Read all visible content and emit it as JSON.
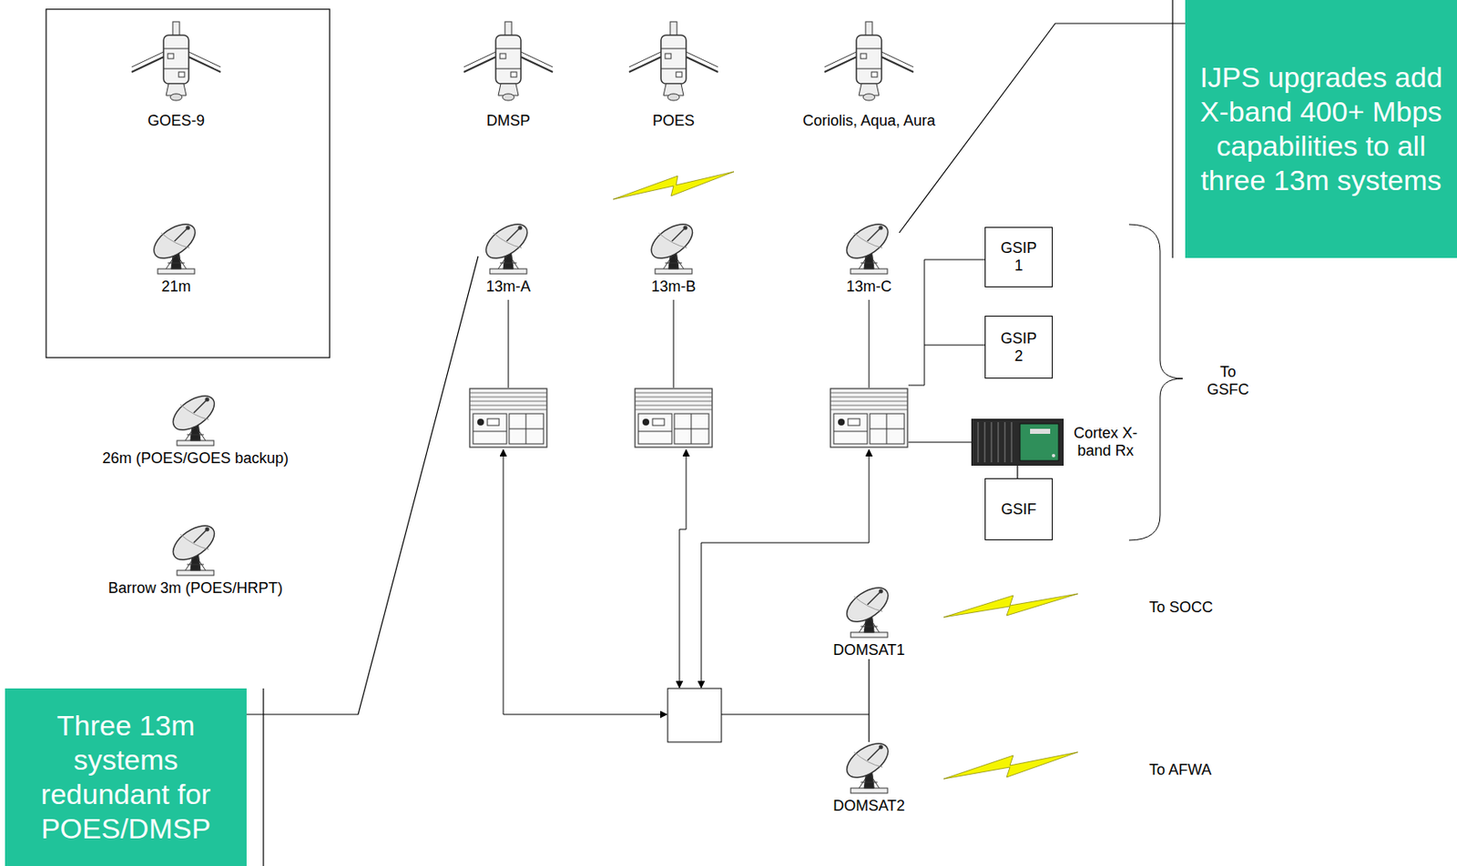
{
  "diagram": {
    "nodes": [
      {
        "text": [
          "GOES-9"
        ]
      },
      {
        "text": [
          "21m"
        ]
      },
      {
        "text": [
          "DMSP"
        ]
      },
      {
        "text": [
          "POES"
        ]
      },
      {
        "text": [
          "Coriolis, Aqua, Aura"
        ]
      },
      {
        "text": [
          "13m-A"
        ]
      },
      {
        "text": [
          "13m-B"
        ]
      },
      {
        "text": [
          "13m-C"
        ]
      },
      {
        "text": [
          "GSIP 1"
        ]
      },
      {
        "text": [
          "GSIP 2"
        ]
      },
      {
        "text": [
          "Cortex X-band Rx"
        ]
      },
      {
        "text": [
          "GSIF"
        ]
      },
      {
        "text": [
          "26m (POES/GOES backup)"
        ]
      },
      {
        "text": [
          "Barrow 3m (POES/HRPT)"
        ]
      },
      {
        "text": [
          "DOMSAT1"
        ]
      },
      {
        "text": [
          "DOMSAT2"
        ]
      },
      {
        "text": [
          "IJPS upgrades add X-band 400+ Mbps capabilities to all three 13m systems"
        ]
      },
      {
        "text": [
          "Three 13m systems redundant for POES/DMSP"
        ]
      }
    ],
    "edges": [
      {
        "from": 16,
        "to": 7,
        "arrow": "none"
      },
      {
        "from": 17,
        "to": 5,
        "arrow": "none"
      },
      {
        "from": 10,
        "to": 11,
        "arrow": "none"
      },
      {
        "from": 14,
        "to": 15,
        "arrow": "none"
      }
    ],
    "labels": [
      "To GSFC",
      "To SOCC",
      "To AFWA"
    ]
  }
}
